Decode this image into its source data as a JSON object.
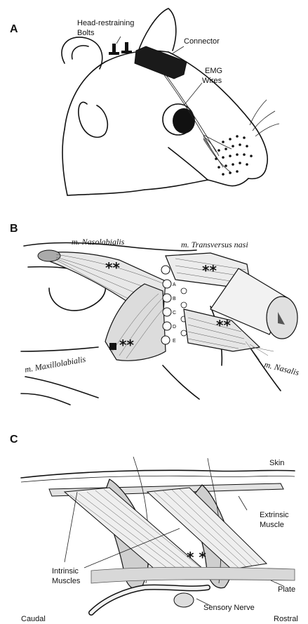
{
  "figure": {
    "panel_a": {
      "letter": "A",
      "labels": {
        "bolts": [
          "Head-restraining",
          "Bolts"
        ],
        "connector": "Connector",
        "emg": [
          "EMG",
          "Wires"
        ]
      }
    },
    "panel_b": {
      "letter": "B",
      "labels": {
        "nasolabialis": "m. Nasolabialis",
        "transversus": "m. Transversus nasi",
        "maxillolabialis": "m. Maxillolabialis",
        "nasalis": "m. Nasalis"
      },
      "asterisks": [
        "**",
        "**",
        "**",
        "**"
      ],
      "whisker_rows": [
        "A",
        "B",
        "C",
        "D",
        "E"
      ]
    },
    "panel_c": {
      "letter": "C",
      "labels": {
        "skin": "Skin",
        "extrinsic": [
          "Extrinsic",
          "Muscle"
        ],
        "intrinsic": [
          "Intrinsic",
          "Muscles"
        ],
        "plate": "Plate",
        "sensory": "Sensory Nerve",
        "caudal": "Caudal",
        "rostral": "Rostral"
      },
      "asterisks": "* *"
    },
    "colors": {
      "ink": "#111111",
      "background": "#ffffff",
      "connector": "#1a1a1a"
    }
  }
}
